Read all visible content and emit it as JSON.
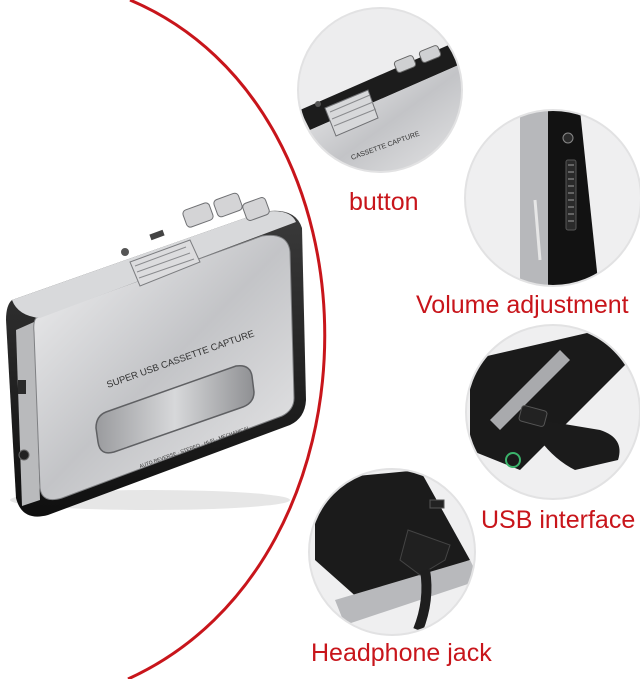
{
  "callouts": {
    "button": "button",
    "volume": "Volume adjustment",
    "usb": "USB interface",
    "jack": "Headphone jack"
  },
  "device": {
    "main_label": "SUPER USB CASSETTE CAPTURE",
    "fine_print": "AUTO REVERSE · STEREO · HI-FI · MECHANICAL",
    "zoom_label": "CASSETTE CAPTURE"
  },
  "colors": {
    "accent_red": "#c8151b",
    "body_black": "#1e1e1e",
    "silver": "#c9cacc"
  }
}
